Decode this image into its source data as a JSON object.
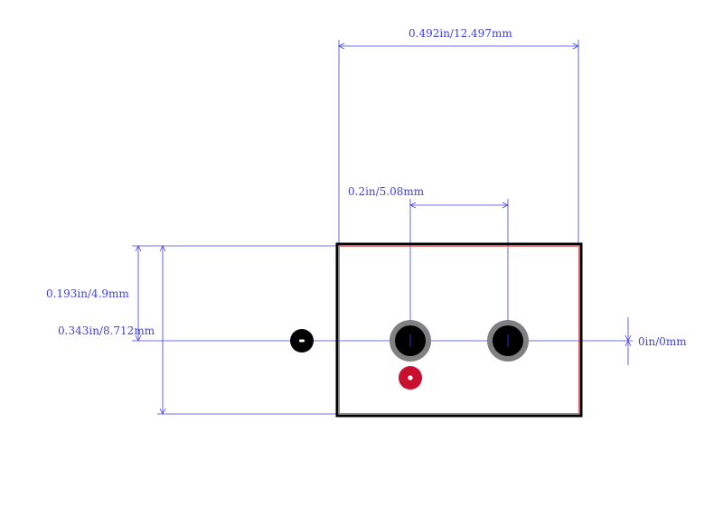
{
  "dimensions": {
    "width_total": "0.492in/12.497mm",
    "pitch": "0.2in/5.08mm",
    "height_to_center": "0.193in/4.9mm",
    "height_total": "0.343in/8.712mm",
    "offset": "0in/0mm"
  },
  "colors": {
    "dimension": "#3f3fe0",
    "outline": "#000000",
    "pad_ring": "#808080",
    "pin1_marker": "#c8102e"
  }
}
